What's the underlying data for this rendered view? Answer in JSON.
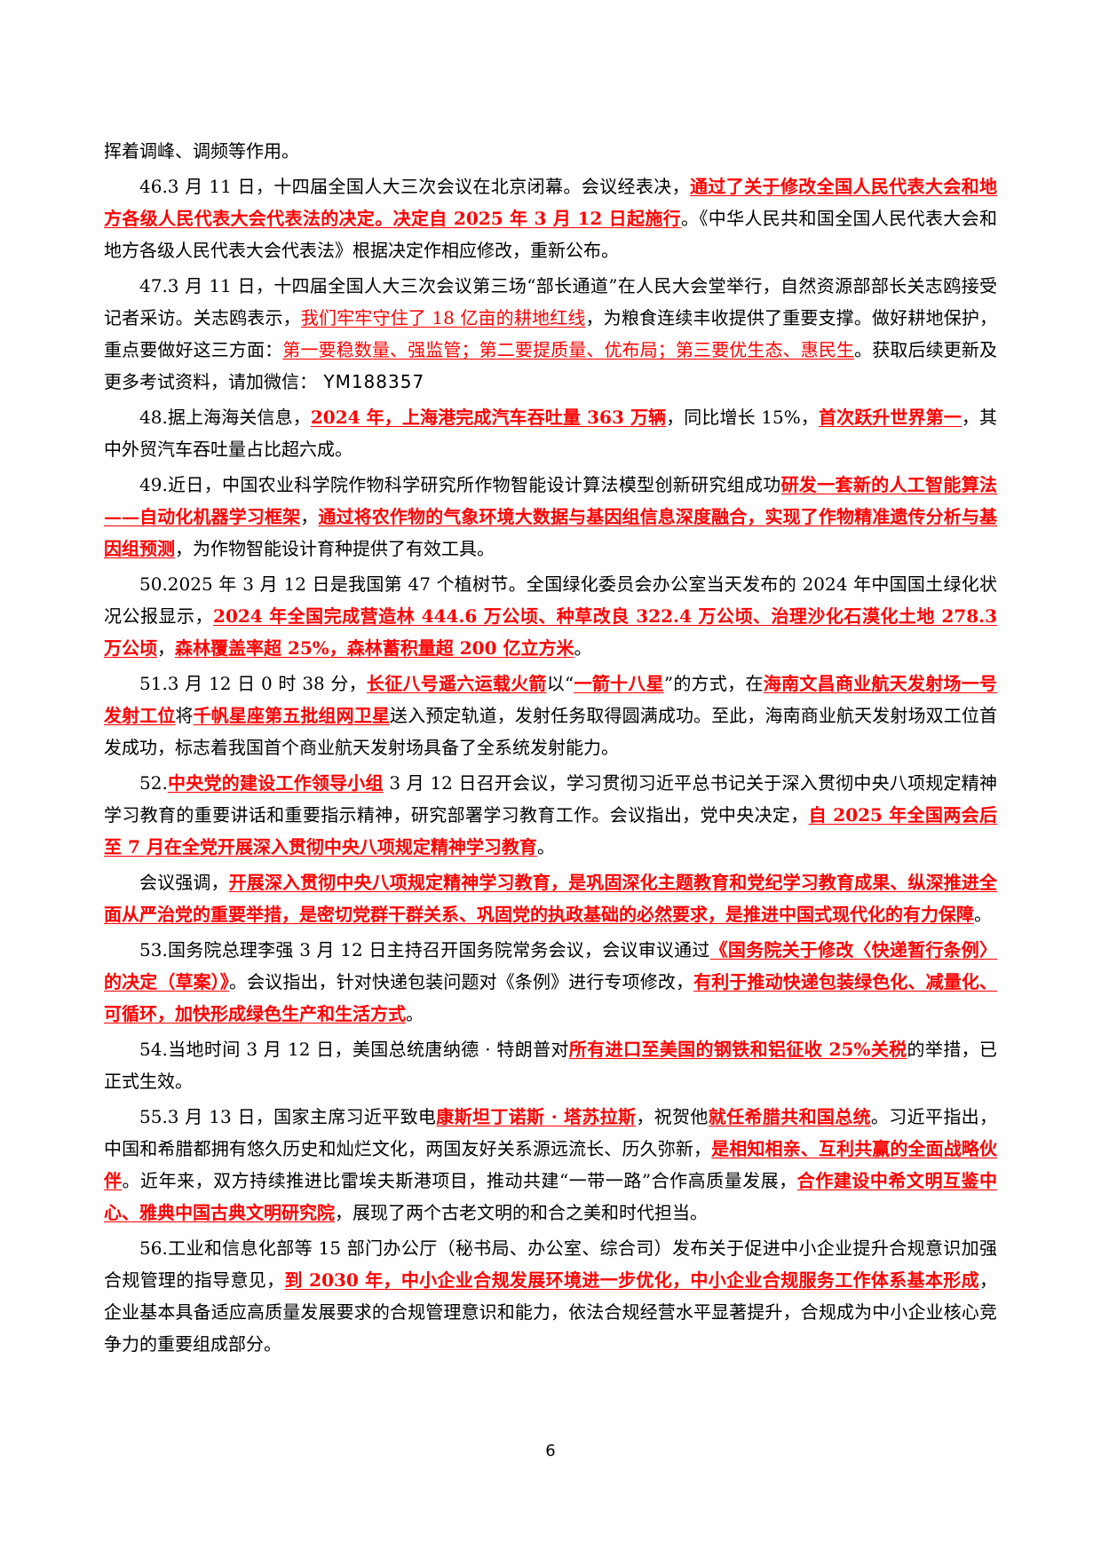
{
  "paragraphs": [
    {
      "id": "p-cont",
      "noindent": true,
      "segments": [
        {
          "t": "挥着调峰、调频等作用。",
          "s": "n"
        }
      ]
    },
    {
      "id": "p46",
      "segments": [
        {
          "t": "46.3 月 11 日，十四届全国人大三次会议在北京闭幕。会议经表决，",
          "s": "n"
        },
        {
          "t": "通过了关于修改全国人民代表大会和地方各级人民代表大会代表法的决定。决定自 2025 年 3 月 12 日起施行",
          "s": "b"
        },
        {
          "t": "。《中华人民共和国全国人民代表大会和地方各级人民代表大会代表法》根据决定作相应修改，重新公布。",
          "s": "n"
        }
      ]
    },
    {
      "id": "p47",
      "segments": [
        {
          "t": "47.3 月 11 日，十四届全国人大三次会议第三场“部长通道”在人民大会堂举行，自然资源部部长关志鸥接受记者采访。关志鸥表示，",
          "s": "n"
        },
        {
          "t": "我们牢牢守住了 18 亿亩的耕地红线",
          "s": "r"
        },
        {
          "t": "，为粮食连续丰收提供了重要支撑。做好耕地保护，重点要做好这三方面：",
          "s": "n"
        },
        {
          "t": "第一要稳数量、强监管；第二要提质量、优布局；第三要优生态、惠民生",
          "s": "r"
        },
        {
          "t": "。获取后续更新及更多考试资料，请加微信：",
          "s": "n"
        },
        {
          "t": " YM188357",
          "s": "m"
        }
      ]
    },
    {
      "id": "p48",
      "segments": [
        {
          "t": "48.据上海海关信息，",
          "s": "n"
        },
        {
          "t": "2024 年，上海港完成汽车吞吐量 363 万辆",
          "s": "b"
        },
        {
          "t": "，同比增长 15%，",
          "s": "n"
        },
        {
          "t": "首次跃升世界第一",
          "s": "b"
        },
        {
          "t": "，其中外贸汽车吞吐量占比超六成。",
          "s": "n"
        }
      ]
    },
    {
      "id": "p49",
      "segments": [
        {
          "t": "49.近日，中国农业科学院作物科学研究所作物智能设计算法模型创新研究组成功",
          "s": "n"
        },
        {
          "t": "研发一套新的人工智能算法——自动化机器学习框架",
          "s": "b"
        },
        {
          "t": "，",
          "s": "n"
        },
        {
          "t": "通过将农作物的气象环境大数据与基因组信息深度融合，实现了作物精准遗传分析与基因组预测",
          "s": "b"
        },
        {
          "t": "，为作物智能设计育种提供了有效工具。",
          "s": "n"
        }
      ]
    },
    {
      "id": "p50",
      "segments": [
        {
          "t": "50.2025 年 3 月 12 日是我国第 47 个植树节。全国绿化委员会办公室当天发布的 2024 年中国国土绿化状况公报显示，",
          "s": "n"
        },
        {
          "t": "2024 年全国完成营造林 444.6 万公顷、种草改良 322.4 万公顷、治理沙化石漠化土地 278.3 万公顷",
          "s": "b"
        },
        {
          "t": "，",
          "s": "n"
        },
        {
          "t": "森林覆盖率超 25%，森林蓄积量超 200 亿立方米",
          "s": "b"
        },
        {
          "t": "。",
          "s": "n"
        }
      ]
    },
    {
      "id": "p51",
      "segments": [
        {
          "t": "51.3 月 12 日 0 时 38 分，",
          "s": "n"
        },
        {
          "t": "长征八号遥六运载火箭",
          "s": "b"
        },
        {
          "t": "以“",
          "s": "n"
        },
        {
          "t": "一箭十八星",
          "s": "b"
        },
        {
          "t": "”的方式，在",
          "s": "n"
        },
        {
          "t": "海南文昌商业航天发射场一号发射工位",
          "s": "b"
        },
        {
          "t": "将",
          "s": "n"
        },
        {
          "t": "千帆星座第五批组网卫星",
          "s": "b"
        },
        {
          "t": "送入预定轨道，发射任务取得圆满成功。至此，海南商业航天发射场双工位首发成功，标志着我国首个商业航天发射场具备了全系统发射能力。",
          "s": "n"
        }
      ]
    },
    {
      "id": "p52",
      "segments": [
        {
          "t": "52.",
          "s": "n"
        },
        {
          "t": "中央党的建设工作领导小组",
          "s": "b"
        },
        {
          "t": " 3 月 12 日召开会议，学习贯彻习近平总书记关于深入贯彻中央八项规定精神学习教育的重要讲话和重要指示精神，研究部署学习教育工作。会议指出，党中央决定，",
          "s": "n"
        },
        {
          "t": "自 2025 年全国两会后至 7 月在全党开展深入贯彻中央八项规定精神学习教育",
          "s": "b"
        },
        {
          "t": "。",
          "s": "n"
        }
      ]
    },
    {
      "id": "p52b",
      "segments": [
        {
          "t": "会议强调，",
          "s": "n"
        },
        {
          "t": "开展深入贯彻中央八项规定精神学习教育，是巩固深化主题教育和党纪学习教育成果、纵深推进全面从严治党的重要举措，是密切党群干群关系、巩固党的执政基础的必然要求，是推进中国式现代化的有力保障",
          "s": "b"
        },
        {
          "t": "。",
          "s": "n"
        }
      ]
    },
    {
      "id": "p53",
      "segments": [
        {
          "t": "53.国务院总理李强 3 月 12 日主持召开国务院常务会议，会议审议通过",
          "s": "n"
        },
        {
          "t": "《国务院关于修改〈快递暂行条例〉的决定（草案）》",
          "s": "b"
        },
        {
          "t": "。会议指出，针对快递包装问题对《条例》进行专项修改，",
          "s": "n"
        },
        {
          "t": "有利于推动快递包装绿色化、减量化、可循环，加快形成绿色生产和生活方式",
          "s": "b"
        },
        {
          "t": "。",
          "s": "n"
        }
      ]
    },
    {
      "id": "p54",
      "segments": [
        {
          "t": "54.当地时间 3 月 12 日，美国总统唐纳德 · 特朗普对",
          "s": "n"
        },
        {
          "t": "所有进口至美国的钢铁和铝征收 25%关税",
          "s": "b"
        },
        {
          "t": "的举措，已正式生效。",
          "s": "n"
        }
      ]
    },
    {
      "id": "p55",
      "segments": [
        {
          "t": "55.3 月 13 日，国家主席习近平致电",
          "s": "n"
        },
        {
          "t": "康斯坦丁诺斯 · 塔苏拉斯",
          "s": "b"
        },
        {
          "t": "，祝贺他",
          "s": "n"
        },
        {
          "t": "就任希腊共和国总统",
          "s": "b"
        },
        {
          "t": "。习近平指出，中国和希腊都拥有悠久历史和灿烂文化，两国友好关系源远流长、历久弥新，",
          "s": "n"
        },
        {
          "t": "是相知相亲、互利共赢的全面战略伙伴",
          "s": "b"
        },
        {
          "t": "。近年来，双方持续推进比雷埃夫斯港项目，推动共建“一带一路”合作高质量发展，",
          "s": "n"
        },
        {
          "t": "合作建设中希文明互鉴中心、雅典中国古典文明研究院",
          "s": "b"
        },
        {
          "t": "，展现了两个古老文明的和合之美和时代担当。",
          "s": "n"
        }
      ]
    },
    {
      "id": "p56",
      "segments": [
        {
          "t": "56.工业和信息化部等 15 部门办公厅（秘书局、办公室、综合司）发布关于促进中小企业提升合规意识加强合规管理的指导意见，",
          "s": "n"
        },
        {
          "t": "到 2030 年，中小企业合规发展环境进一步优化，中小企业合规服务工作体系基本形成",
          "s": "b"
        },
        {
          "t": "，企业基本具备适应高质量发展要求的合规管理意识和能力，依法合规经营水平显著提升，合规成为中小企业核心竞争力的重要组成部分。",
          "s": "n"
        }
      ]
    }
  ],
  "page_number": "6",
  "colors": {
    "highlight": "#ff0000",
    "text": "#000000"
  }
}
